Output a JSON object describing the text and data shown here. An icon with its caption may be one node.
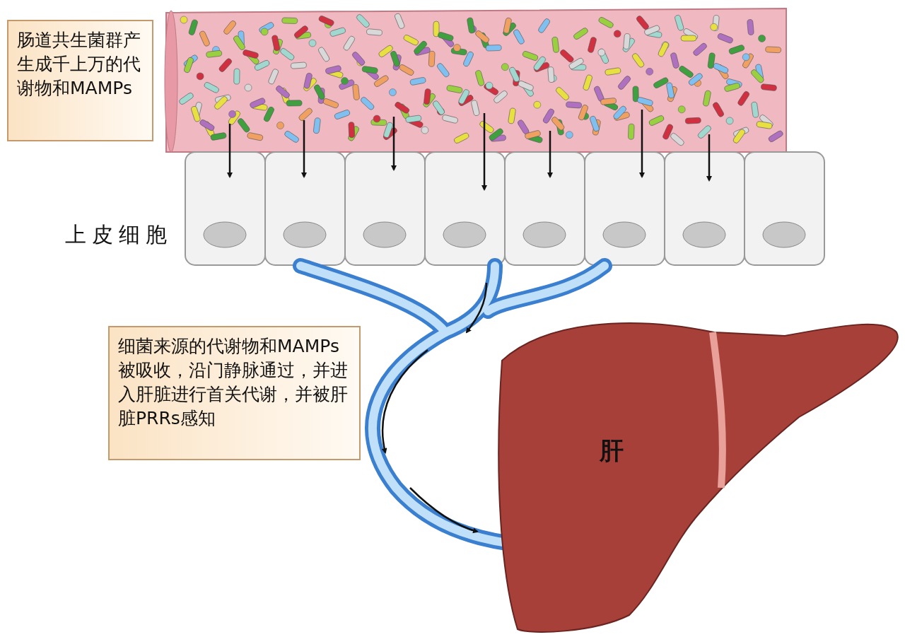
{
  "diagram": {
    "nodes": [
      {
        "text": [
          "肠道共生菌群产生成千上万的代谢物和MAMPs"
        ]
      },
      {
        "text": [
          "细菌来源的代谢物和MAMPs被吸收，沿门静脉通过，并进入肝脏进行首关代谢，并被肝脏PRRs感知"
        ]
      },
      {
        "text": [
          "肝"
        ]
      }
    ],
    "labels": [
      "上皮细胞"
    ]
  }
}
